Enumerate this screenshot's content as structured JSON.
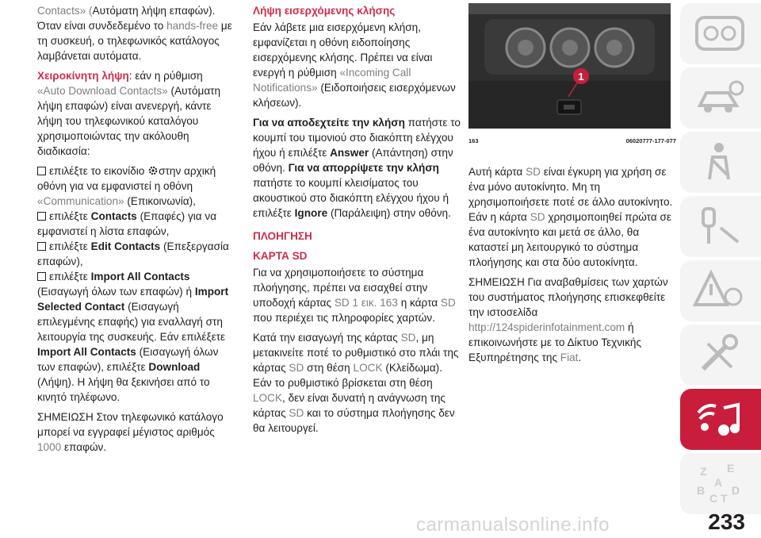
{
  "col1": {
    "p1_a": "Contacts» (",
    "p1_b": "Αυτόματη λήψη επαφών",
    "p1_c": "). Όταν είναι συνδεδεμένο το ",
    "p1_d": "hands-free",
    "p1_e": " με τη συσκευή, ο τηλεφωνικός κατάλογος λαμβάνεται αυτόματα.",
    "p2_title": "Χειροκίνητη λήψη",
    "p2_a": ": εάν η ρύθμιση ",
    "p2_b": "«Auto Download Contacts»",
    "p2_c": " (",
    "p2_d": "Αυτόματη λήψη επαφών",
    "p2_e": ") είναι ανενεργή, κάντε λήψη του τηλεφωνικού καταλόγου χρησιμοποιώντας την ακόλουθη διαδικασία:",
    "s1_a": "επιλέξτε το εικονίδιο",
    "s1_b": "στην αρχική οθόνη για να εμφανιστεί η οθόνη ",
    "s1_c": "«Communication»",
    "s1_d": " (",
    "s1_e": "Επικοινωνία",
    "s1_f": "),",
    "s2_a": "επιλέξτε ",
    "s2_b": "Contacts",
    "s2_c": " (",
    "s2_d": "Επαφές",
    "s2_e": ") για να εμφανιστεί η λίστα επαφών,",
    "s3_a": "επιλέξτε ",
    "s3_b": "Edit Contacts",
    "s3_c": " (Επεξεργασία επαφών),",
    "s4_a": "επιλέξτε ",
    "s4_b": "Import All Contacts",
    "s4_c": " (Εισαγωγή όλων των επαφών) ή ",
    "s4_d": "Import Selected Contact",
    "s4_e": " (Εισαγωγή επιλεγμένης επαφής) για εναλλαγή στη λειτουργία της συσκευής. Εάν επιλέξετε ",
    "s4_f": "Import All Contacts",
    "s4_g": " (Εισαγωγή όλων των επαφών), επιλέξτε ",
    "s4_h": "Download",
    "s4_i": " (Λήψη). Η λήψη θα ξεκινήσει από το κινητό τηλέφωνο.",
    "note_a": "ΣΗΜΕΙΩΣΗ Στον τηλεφωνικό κατάλογο μπορεί να εγγραφεί μέγιστος αριθμός ",
    "note_b": "1000",
    "note_c": " επαφών."
  },
  "col2": {
    "title": "Λήψη εισερχόμενης κλήσης",
    "p1_a": "Εάν λάβετε μια εισερχόμενη κλήση, εμφανίζεται η οθόνη ειδοποίησης εισερχόμενης κλήσης. Πρέπει να είναι ενεργή η ρύθμιση ",
    "p1_b": "«Incoming Call Notifications»",
    "p1_c": " (Ειδοποιήσεις εισερχόμενων κλήσεων).",
    "p2_a": "Για να αποδεχτείτε την κλήση",
    "p2_b": " πατήστε το κουμπί του τιμονιού στο διακόπτη ελέγχου ήχου ή επιλέξτε ",
    "p2_c": "Answer",
    "p2_d": " (Απάντηση) στην οθόνη. ",
    "p2_e": "Για να απορρίψετε την κλήση",
    "p2_f": " πατήστε το κουμπί κλεισίματος του ακουστικού στο διακόπτη ελέγχου ήχου ή επιλέξτε ",
    "p2_g": "Ignore",
    "p2_h": " (Παράλειψη) στην οθόνη.",
    "h1": "ΠΛΟΗΓΗΣΗ",
    "h2": "ΚΑΡΤΑ SD",
    "p3_a": "Για να χρησιμοποιήσετε το σύστημα πλοήγησης, πρέπει να εισαχθεί στην υποδοχή κάρτας ",
    "p3_b": "SD 1 εικ. 163",
    "p3_c": " η κάρτα ",
    "p3_d": "SD",
    "p3_e": " που περιέχει τις πληροφορίες χαρτών.",
    "p4_a": "Κατά την εισαγωγή της κάρτας ",
    "p4_b": "SD",
    "p4_c": ", μη μετακινείτε ποτέ το ρυθμιστικό στο πλάι της κάρτας ",
    "p4_d": "SD",
    "p4_e": " στη θέση ",
    "p4_f": "LOCK",
    "p4_g": " (Κλείδωμα). Εάν το ρυθμιστικό βρίσκεται στη θέση ",
    "p4_h": "LOCK",
    "p4_i": ", δεν είναι δυνατή η ανάγνωση της κάρτας ",
    "p4_j": "SD",
    "p4_k": " και το σύστημα πλοήγησης δεν θα λειτουργεί."
  },
  "col3": {
    "callout": "1",
    "fig_number": "163",
    "fig_code": "06020777-177-077",
    "p1_a": "Αυτή κάρτα ",
    "p1_b": "SD",
    "p1_c": " είναι έγκυρη για χρήση σε ένα μόνο αυτοκίνητο. Μη τη χρησιμοποιήσετε ποτέ σε άλλο αυτοκίνητο. Εάν η κάρτα ",
    "p1_d": "SD",
    "p1_e": " χρησιμοποιηθεί πρώτα σε ένα αυτοκίνητο και μετά σε άλλο, θα καταστεί μη λειτουργικό το σύστημα πλοήγησης και στα δύο αυτοκίνητα.",
    "p2_a": "ΣΗΜΕΙΩΣΗ Για αναβαθμίσεις των χαρτών του συστήματος πλοήγησης επισκεφθείτε την ιστοσελίδα ",
    "p2_b": "http://124spiderinfotainment.com",
    "p2_c": " ή επικοινωνήστε με το Δίκτυο Τεχνικής Εξυπηρέτησης της ",
    "p2_d": "Fiat",
    "p2_e": "."
  },
  "sidebar": {
    "icons": [
      "dashboard-icon",
      "car-safety-icon",
      "seat-belt-icon",
      "key-icon",
      "warning-icon",
      "tools-icon",
      "multimedia-icon",
      "index-icon"
    ],
    "active": "multimedia-icon",
    "index_letters": [
      "Z",
      "E",
      "A",
      "B",
      "C",
      "D",
      "T"
    ]
  },
  "page": {
    "number": "233",
    "watermark": "carmanualsonline.info"
  },
  "colors": {
    "accent": "#cf2e4a",
    "active_tab": "#c81e3c",
    "grey_text": "#7d7f83"
  }
}
